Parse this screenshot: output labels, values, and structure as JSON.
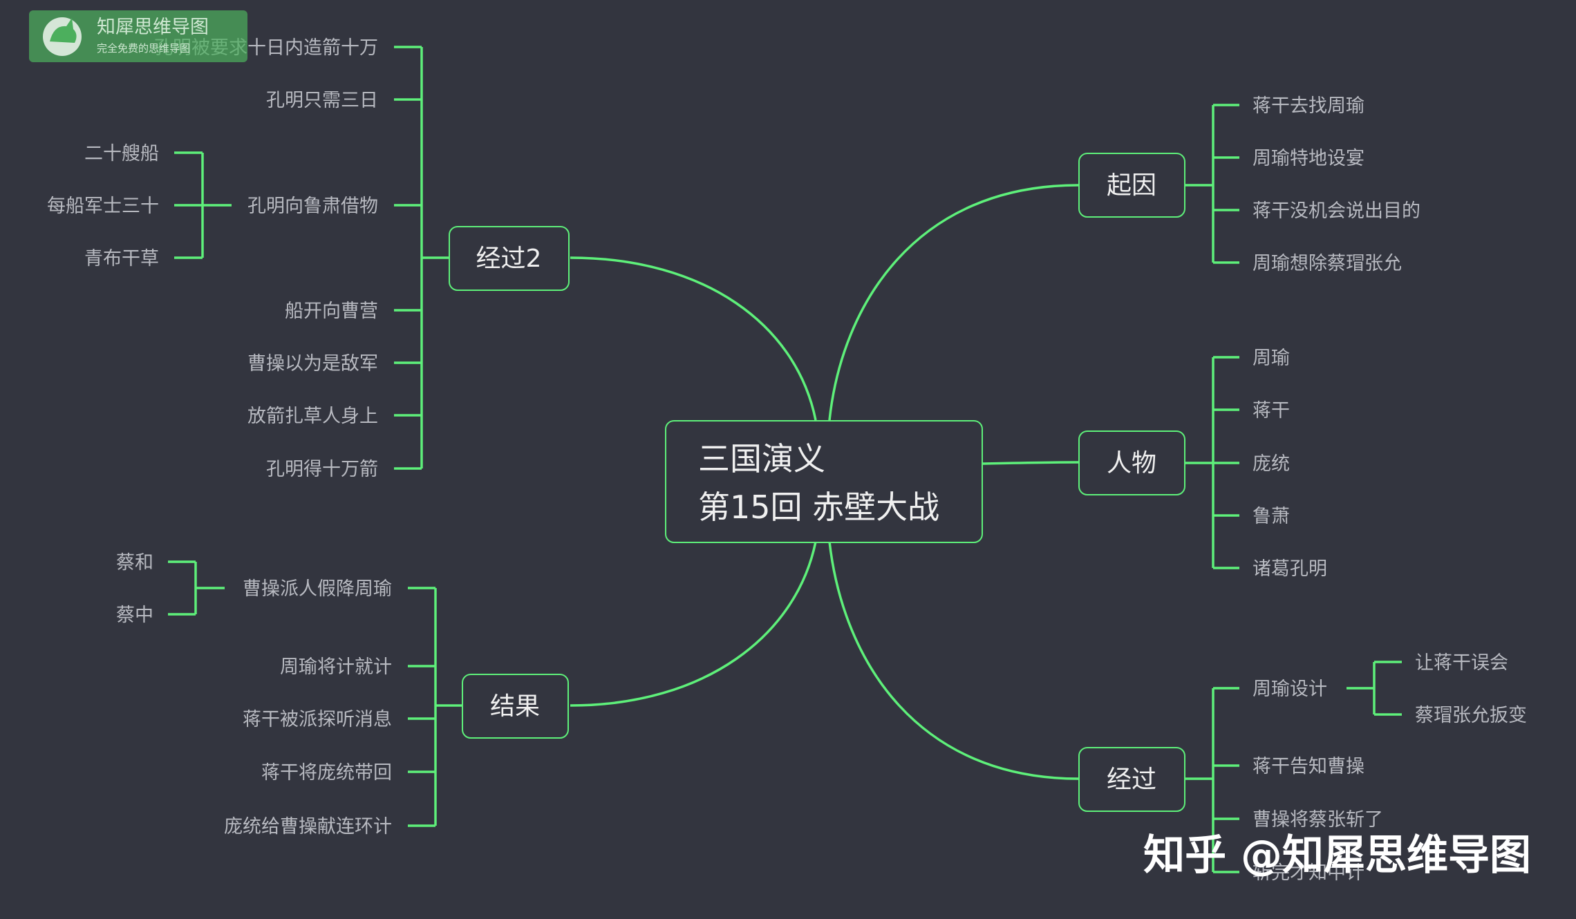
{
  "center": {
    "line1": "三国演义",
    "line2": "第15回 赤壁大战"
  },
  "branches": {
    "qiyin": {
      "label": "起因",
      "items": [
        "蒋干去找周瑜",
        "周瑜特地设宴",
        "蒋干没机会说出目的",
        "周瑜想除蔡瑁张允"
      ]
    },
    "renwu": {
      "label": "人物",
      "items": [
        "周瑜",
        "蒋干",
        "庞统",
        "鲁萧",
        "诸葛孔明"
      ]
    },
    "jingguo": {
      "label": "经过",
      "sheji": {
        "label": "周瑜设计",
        "children": [
          "让蒋干误会",
          "蔡瑁张允扳变"
        ]
      },
      "items": [
        "蒋干告知曹操",
        "曹操将蔡张斩了",
        "斩完才知中计"
      ]
    },
    "jingguo2": {
      "label": "经过2",
      "items_top": [
        "孔明被要求十日内造箭十万",
        "孔明只需三日"
      ],
      "borrow": {
        "label": "孔明向鲁肃借物",
        "children": [
          "二十艘船",
          "每船军士三十",
          "青布干草"
        ]
      },
      "items_bottom": [
        "船开向曹营",
        "曹操以为是敌军",
        "放箭扎草人身上",
        "孔明得十万箭"
      ]
    },
    "jieguo": {
      "label": "结果",
      "surrender": {
        "label": "曹操派人假降周瑜",
        "children": [
          "蔡和",
          "蔡中"
        ]
      },
      "items": [
        "周瑜将计就计",
        "蒋干被派探听消息",
        "蒋干将庞统带回",
        "庞统给曹操献连环计"
      ]
    }
  },
  "watermark": {
    "logo_title": "知犀思维导图",
    "logo_subtitle": "完全免费的思维导图",
    "mark": "知乎 @知犀思维导图"
  },
  "colors": {
    "background": "#33353f",
    "line": "#5ef07a",
    "text": "#b8bac1",
    "node_text": "#f0f0f0"
  }
}
